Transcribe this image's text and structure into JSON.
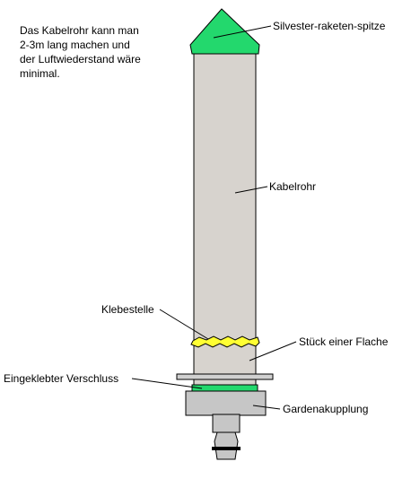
{
  "note": {
    "lines": [
      "Das Kabelrohr kann man",
      "2-3m lang machen und",
      "der Luftwiederstand wäre",
      "minimal."
    ]
  },
  "labels": {
    "tip": "Silvester-raketen-spitze",
    "tube": "Kabelrohr",
    "glue": "Klebestelle",
    "bottle_piece": "Stück einer Flache",
    "cap": "Eingeklebter Verschluss",
    "coupling": "Gardenakupplung"
  },
  "colors": {
    "tube": "#d7d3ce",
    "tip": "#23d86d",
    "glue": "#ffff33",
    "coupling": "#c6c6c6",
    "outline": "#000000"
  }
}
